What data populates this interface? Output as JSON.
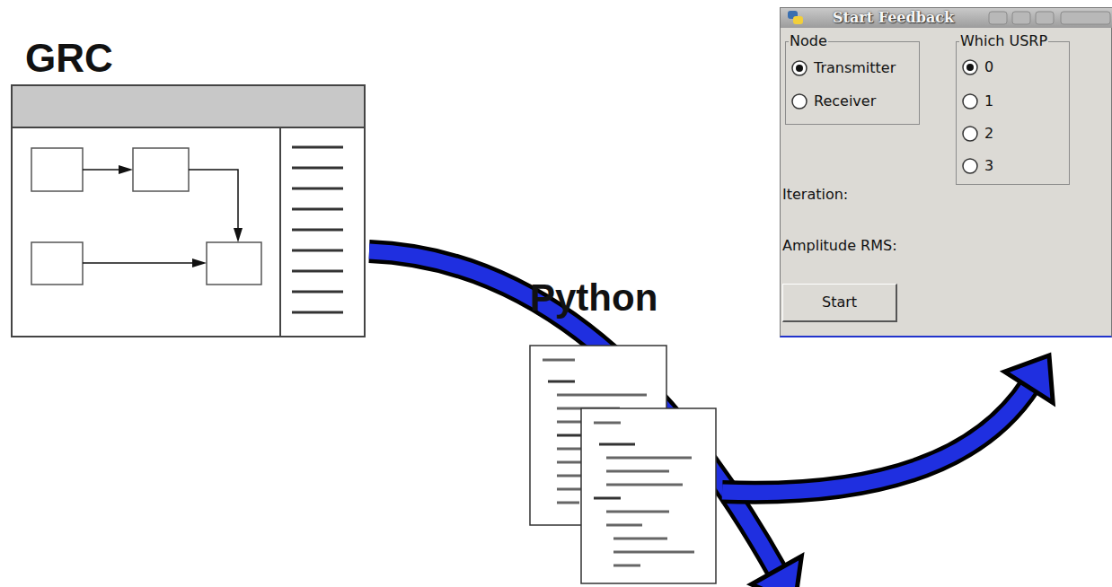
{
  "diagram": {
    "nodes": [
      {
        "text": [
          "GRC"
        ]
      },
      {
        "text": [
          "Python"
        ]
      },
      {
        "text": [
          "Start Feedback",
          "Iteration:",
          "Amplitude RMS:"
        ]
      },
      {
        "text": [
          "Node",
          "Transmitter",
          "Receiver"
        ],
        "in": 2
      },
      {
        "text": [
          "Which USRP",
          "0",
          "1",
          "2",
          "3"
        ],
        "in": 2
      },
      {
        "text": [
          "Start"
        ],
        "in": 2
      }
    ],
    "edges": [
      {
        "from": 0,
        "to": 1,
        "arrow": "to"
      },
      {
        "from": 1,
        "to": 2,
        "arrow": "to"
      }
    ]
  }
}
